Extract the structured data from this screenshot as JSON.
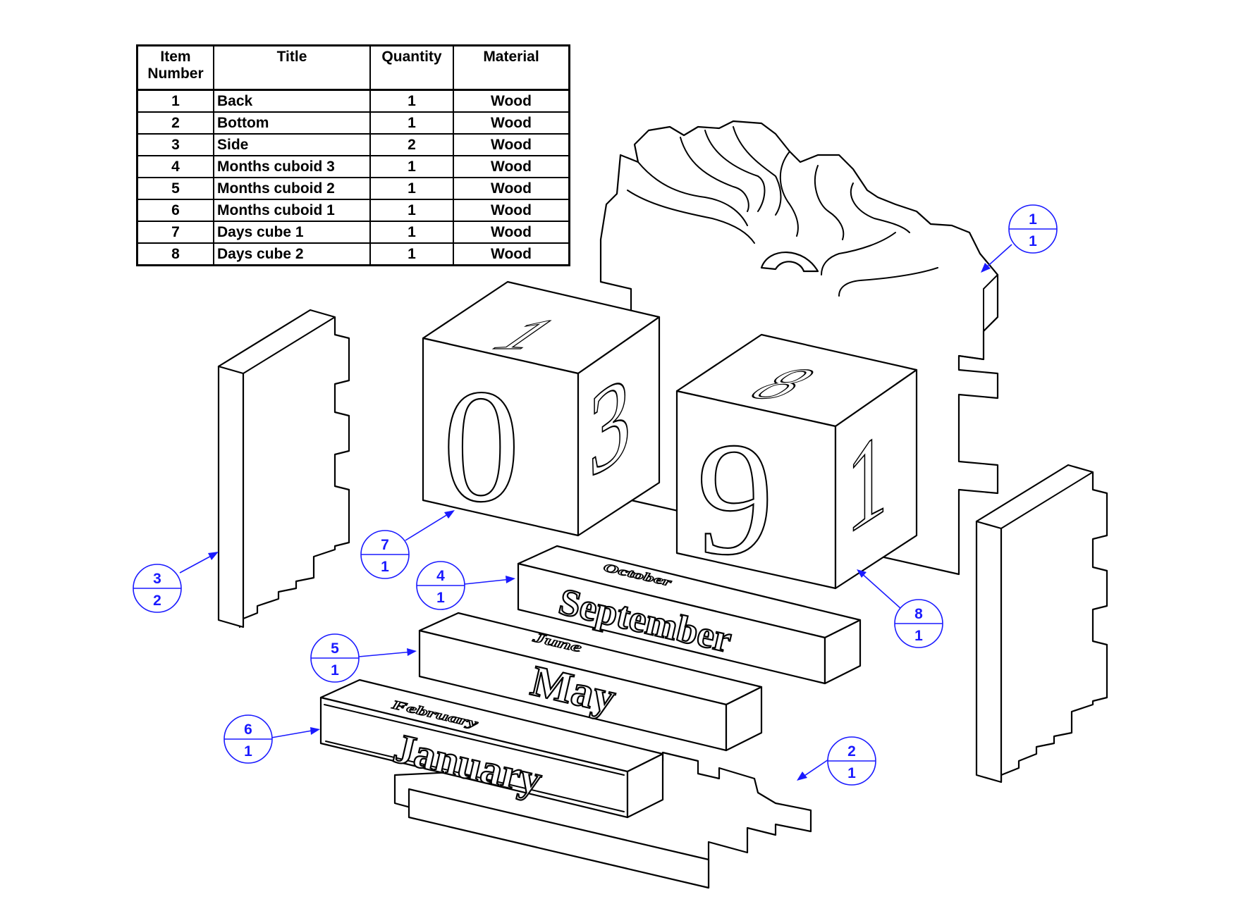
{
  "bom": {
    "headers": [
      "Item\nNumber",
      "Title",
      "Quantity",
      "Material"
    ],
    "rows": [
      {
        "item": "1",
        "title": "Back",
        "qty": "1",
        "material": "Wood"
      },
      {
        "item": "2",
        "title": "Bottom",
        "qty": "1",
        "material": "Wood"
      },
      {
        "item": "3",
        "title": "Side",
        "qty": "2",
        "material": "Wood"
      },
      {
        "item": "4",
        "title": "Months cuboid 3",
        "qty": "1",
        "material": "Wood"
      },
      {
        "item": "5",
        "title": "Months cuboid 2",
        "qty": "1",
        "material": "Wood"
      },
      {
        "item": "6",
        "title": "Months cuboid 1",
        "qty": "1",
        "material": "Wood"
      },
      {
        "item": "7",
        "title": "Days cube 1",
        "qty": "1",
        "material": "Wood"
      },
      {
        "item": "8",
        "title": "Days cube 2",
        "qty": "1",
        "material": "Wood"
      }
    ]
  },
  "engravings": {
    "cube1_front": "0",
    "cube1_side": "3",
    "cube1_top": "1",
    "cube2_front": "9",
    "cube2_side": "1",
    "cube2_top": "8",
    "cuboid3_front": "September",
    "cuboid3_top": "October",
    "cuboid2_front": "May",
    "cuboid2_top": "June",
    "cuboid1_front": "January",
    "cuboid1_top": "February"
  },
  "balloons": [
    {
      "id": "b1",
      "item": "1",
      "qty": "1"
    },
    {
      "id": "b2",
      "item": "2",
      "qty": "1"
    },
    {
      "id": "b3",
      "item": "3",
      "qty": "2"
    },
    {
      "id": "b4",
      "item": "4",
      "qty": "1"
    },
    {
      "id": "b5",
      "item": "5",
      "qty": "1"
    },
    {
      "id": "b6",
      "item": "6",
      "qty": "1"
    },
    {
      "id": "b7",
      "item": "7",
      "qty": "1"
    },
    {
      "id": "b8",
      "item": "8",
      "qty": "1"
    }
  ],
  "colors": {
    "lines": "#000000",
    "balloons": "#1a1aff",
    "background": "#ffffff"
  }
}
